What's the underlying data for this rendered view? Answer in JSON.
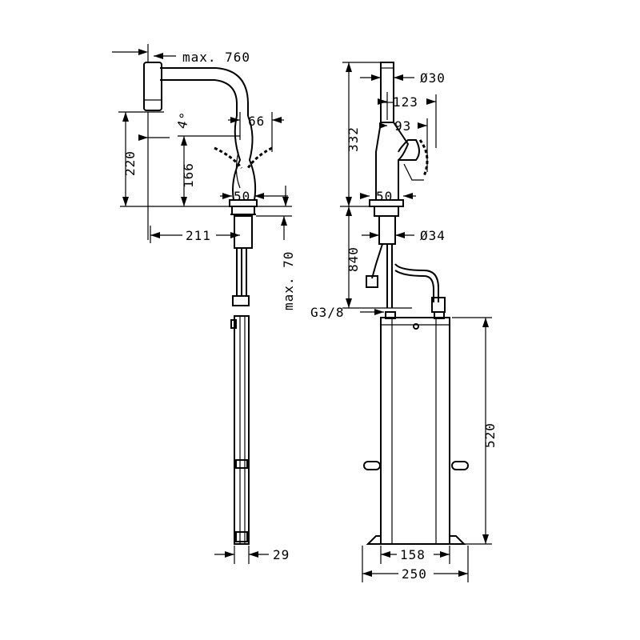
{
  "side_view": {
    "dim_max_760": "max. 760",
    "dim_4deg": "4°",
    "dim_66": "66",
    "dim_220": "220",
    "dim_166": "166",
    "dim_50": "50",
    "dim_211": "211",
    "dim_max_70": "max. 70",
    "dim_29": "29"
  },
  "front_view": {
    "dim_332": "332",
    "dim_d30": "Ø30",
    "dim_123": "123",
    "dim_93": "93",
    "dim_50": "50",
    "dim_840": "840",
    "dim_d34": "Ø34",
    "dim_g38": "G3/8",
    "dim_520": "520",
    "dim_158": "158",
    "dim_250": "250"
  }
}
